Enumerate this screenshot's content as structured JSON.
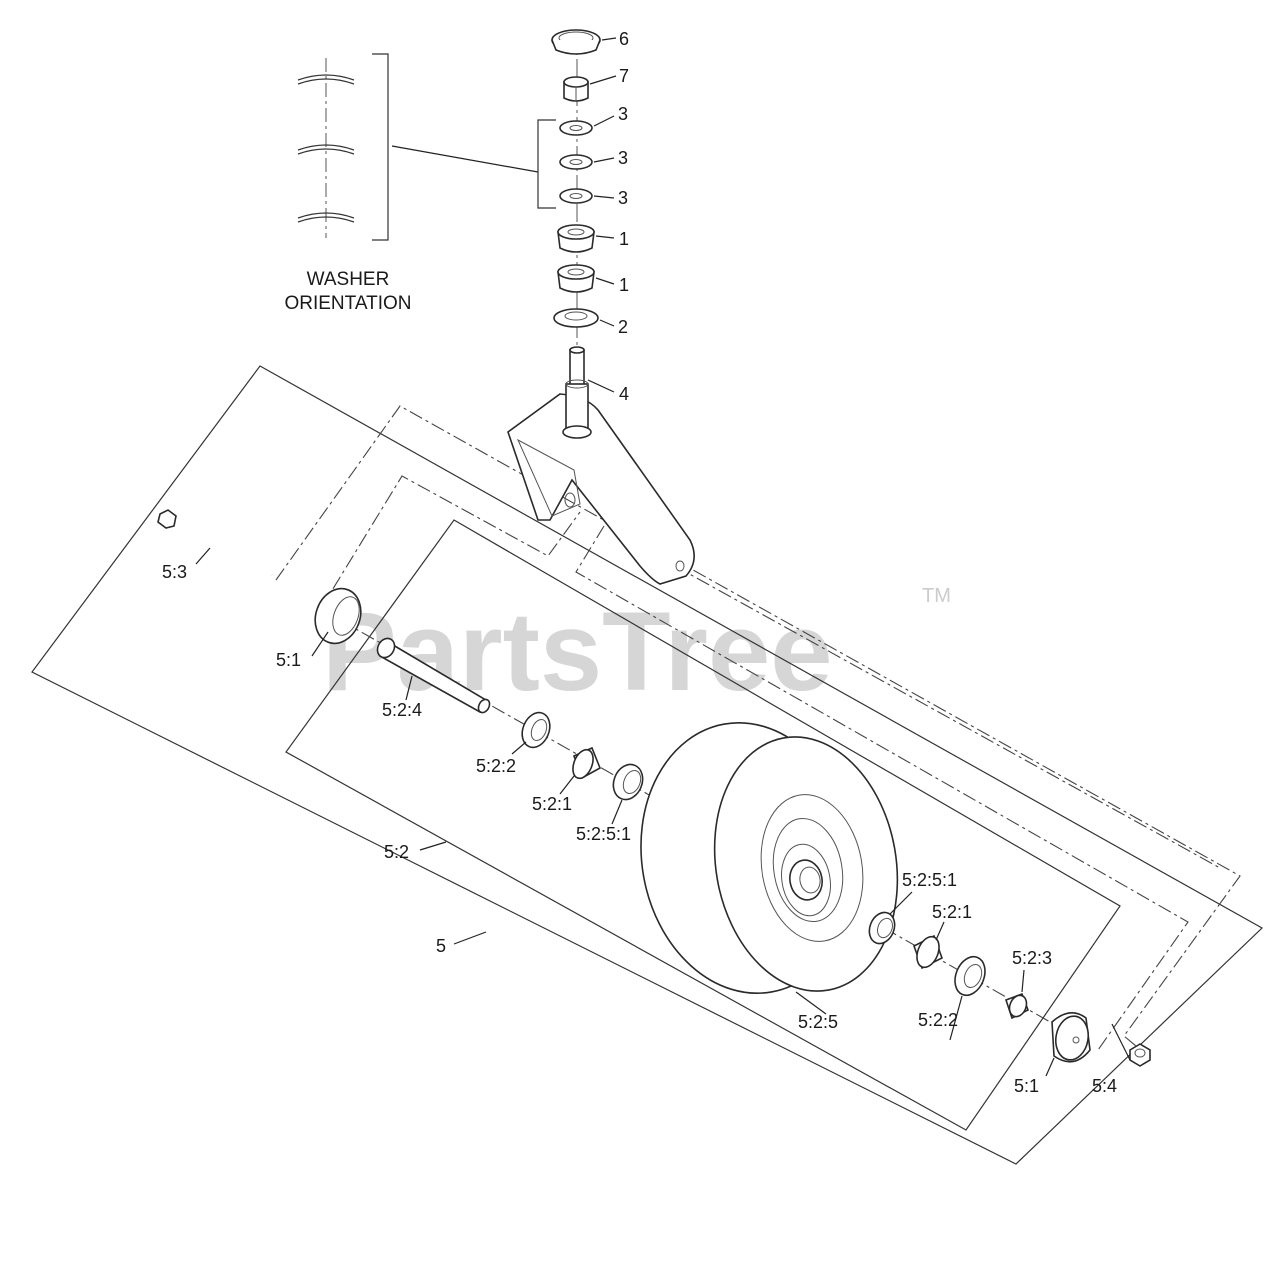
{
  "labels": {
    "p6": "6",
    "p7": "7",
    "p3a": "3",
    "p3b": "3",
    "p3c": "3",
    "p1a": "1",
    "p1b": "1",
    "p2": "2",
    "p4": "4",
    "p5_3": "5:3",
    "p5_1_left": "5:1",
    "p5_2_4": "5:2:4",
    "p5_2_2_left": "5:2:2",
    "p5_2_1_left": "5:2:1",
    "p5_2_5_1_left": "5:2:5:1",
    "p5_2": "5:2",
    "p5": "5",
    "p5_2_5_1_right": "5:2:5:1",
    "p5_2_1_right": "5:2:1",
    "p5_2_3": "5:2:3",
    "p5_2_2_right": "5:2:2",
    "p5_2_5": "5:2:5",
    "p5_1_right": "5:1",
    "p5_4": "5:4"
  },
  "inset": {
    "caption_line1": "WASHER",
    "caption_line2": "ORIENTATION"
  },
  "watermark": {
    "brand": "PartsTree",
    "trademark": "TM"
  }
}
